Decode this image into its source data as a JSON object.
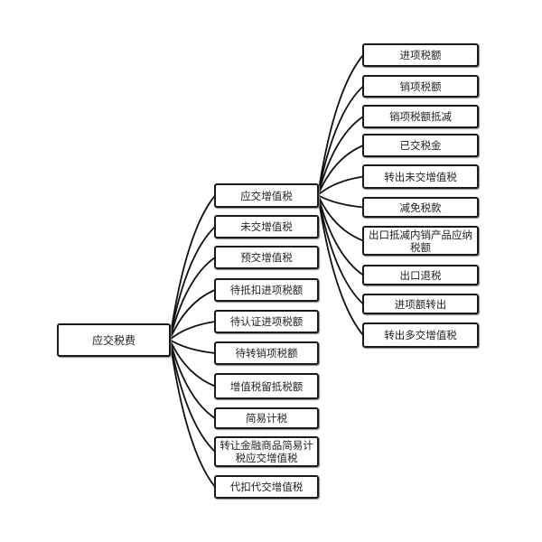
{
  "root": {
    "label": "应交税费"
  },
  "level1": [
    {
      "label": "应交增值税"
    },
    {
      "label": "未交增值税"
    },
    {
      "label": "预交增值税"
    },
    {
      "label": "待抵扣进项税额"
    },
    {
      "label": "待认证进项税额"
    },
    {
      "label": "待转销项税额"
    },
    {
      "label": "增值税留抵税额"
    },
    {
      "label": "简易计税"
    },
    {
      "label": "转让金融商品简易计税应交增值税"
    },
    {
      "label": "代扣代交增值税"
    }
  ],
  "level2": [
    {
      "label": "进项税额"
    },
    {
      "label": "销项税额"
    },
    {
      "label": "销项税额抵减"
    },
    {
      "label": "已交税金"
    },
    {
      "label": "转出未交增值税"
    },
    {
      "label": "减免税款"
    },
    {
      "label": "出口抵减内销产品应纳税额"
    },
    {
      "label": "出口退税"
    },
    {
      "label": "进项额转出"
    },
    {
      "label": "转出多交增值税"
    }
  ]
}
